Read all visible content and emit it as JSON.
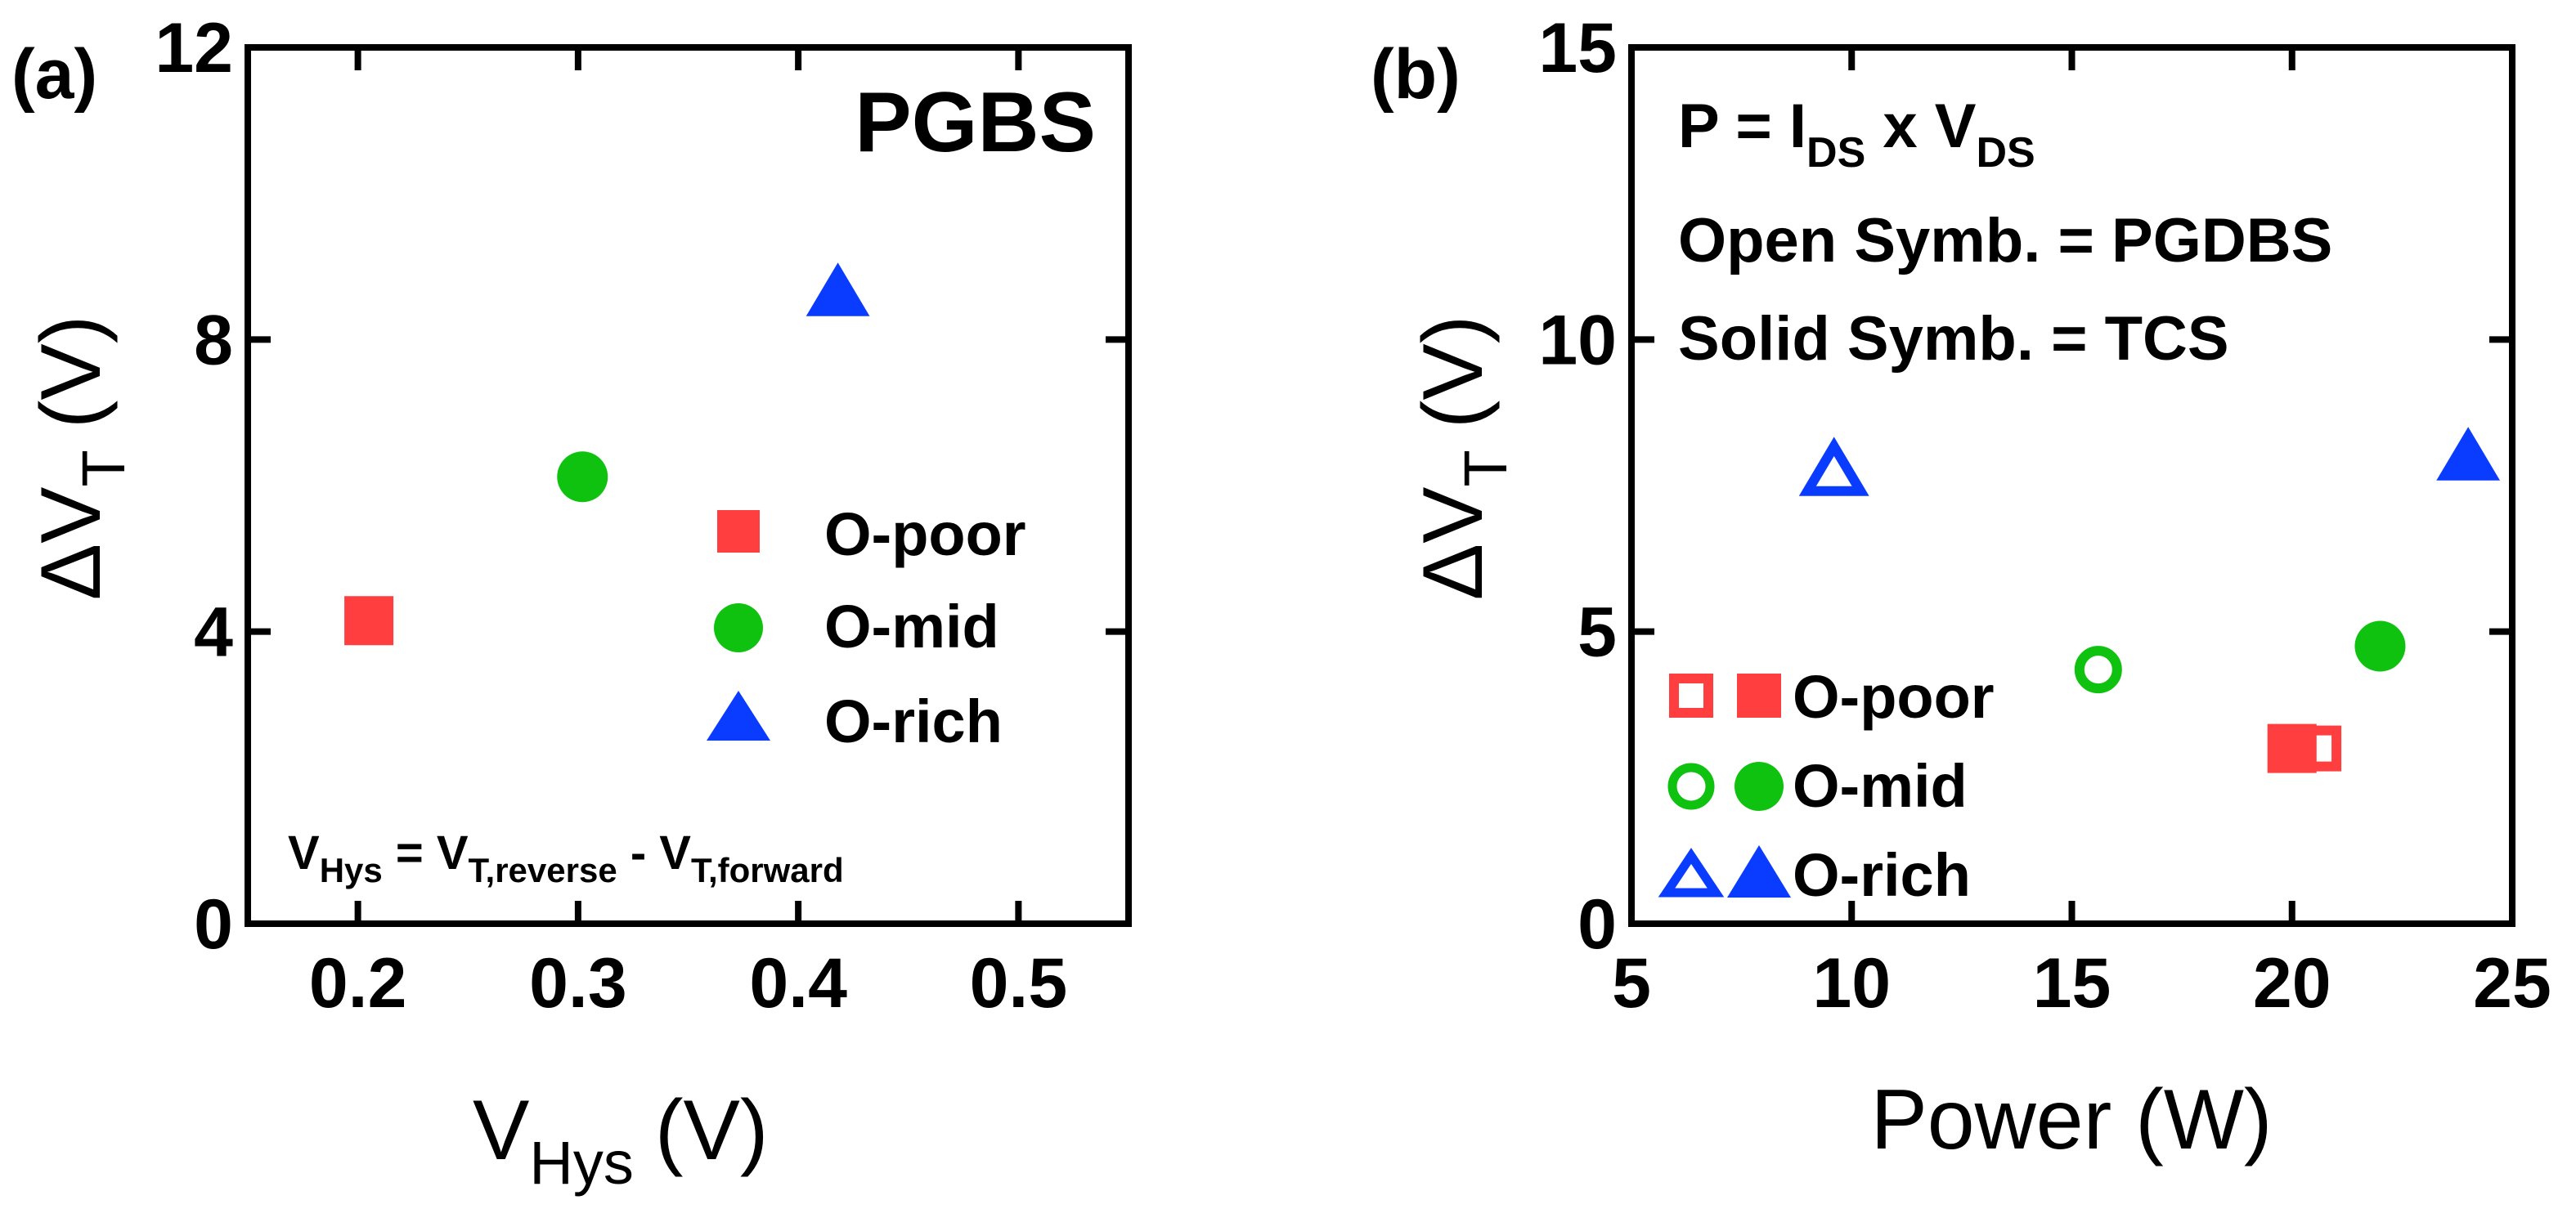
{
  "chart_data": [
    {
      "panel_label": "(a)",
      "type": "scatter",
      "inset_title": "PGBS",
      "xlabel": "V",
      "xlabel_sub": "Hys",
      "xlabel_unit": "(V)",
      "ylabel_prefix": "ΔV",
      "ylabel_sub": "T",
      "ylabel_unit": "(V)",
      "xlim": [
        0.15,
        0.55
      ],
      "ylim": [
        0,
        12
      ],
      "x_ticks": [
        0.2,
        0.3,
        0.4,
        0.5
      ],
      "x_tick_labels": [
        "0.2",
        "0.3",
        "0.4",
        "0.5"
      ],
      "y_ticks": [
        0,
        4,
        8,
        12
      ],
      "y_tick_labels": [
        "0",
        "4",
        "8",
        "12"
      ],
      "legend_position": "right",
      "series": [
        {
          "name": "O-poor",
          "marker": "square",
          "color": "#ff3f3f",
          "filled": true,
          "points": [
            {
              "x": 0.205,
              "y": 4.15
            }
          ]
        },
        {
          "name": "O-mid",
          "marker": "circle",
          "color": "#0fc20f",
          "filled": true,
          "points": [
            {
              "x": 0.302,
              "y": 6.12
            }
          ]
        },
        {
          "name": "O-rich",
          "marker": "triangle",
          "color": "#0a3cff",
          "filled": true,
          "points": [
            {
              "x": 0.418,
              "y": 8.65
            }
          ]
        }
      ],
      "equation": {
        "v1": "V",
        "s1": "Hys",
        "mid": " = V",
        "s2": "T,reverse",
        "minus": " - V",
        "s3": "T,forward"
      }
    },
    {
      "panel_label": "(b)",
      "type": "scatter",
      "xlabel": "Power (W)",
      "ylabel_prefix": "ΔV",
      "ylabel_sub": "T",
      "ylabel_unit": "(V)",
      "xlim": [
        5,
        25
      ],
      "ylim": [
        0,
        15
      ],
      "x_ticks": [
        5,
        10,
        15,
        20,
        25
      ],
      "x_tick_labels": [
        "5",
        "10",
        "15",
        "20",
        "25"
      ],
      "y_ticks": [
        0,
        5,
        10,
        15
      ],
      "y_tick_labels": [
        "0",
        "5",
        "10",
        "15"
      ],
      "legend_position": "bottom-left",
      "annotation": {
        "formula_a": "P = I",
        "formula_sub1": "DS",
        "formula_b": " x V",
        "formula_sub2": "DS",
        "open_note": "Open Symb. = PGDBS",
        "solid_note": "Solid Symb. = TCS"
      },
      "series": [
        {
          "name": "O-poor",
          "marker": "square",
          "color": "#ff3f3f",
          "open_points": [
            {
              "x": 20.6,
              "y": 3.0
            }
          ],
          "solid_points": [
            {
              "x": 20.0,
              "y": 3.0
            }
          ]
        },
        {
          "name": "O-mid",
          "marker": "circle",
          "color": "#0fc20f",
          "open_points": [
            {
              "x": 15.6,
              "y": 4.35
            }
          ],
          "solid_points": [
            {
              "x": 22.0,
              "y": 4.75
            }
          ]
        },
        {
          "name": "O-rich",
          "marker": "triangle",
          "color": "#0a3cff",
          "open_points": [
            {
              "x": 9.6,
              "y": 7.75
            }
          ],
          "solid_points": [
            {
              "x": 24.0,
              "y": 8.0
            }
          ]
        }
      ]
    }
  ]
}
